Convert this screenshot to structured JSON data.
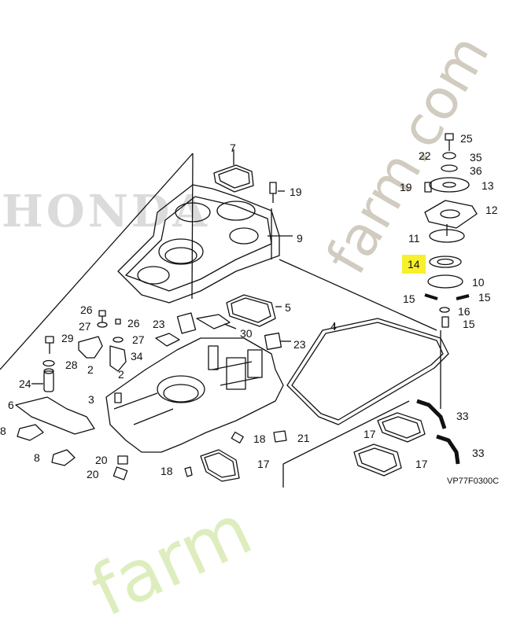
{
  "watermarks": {
    "brand": "HONDA",
    "site_top": "farm.com",
    "site_bottom": "farm"
  },
  "diagram_code": "VP77F0300C",
  "highlight": {
    "label": "14",
    "color": "#f7f02a"
  },
  "labels": {
    "l25": "25",
    "l22": "22",
    "l35": "35",
    "l36": "36",
    "l19a": "19",
    "l13": "13",
    "l12": "12",
    "l11": "11",
    "l10": "10",
    "l15a": "15",
    "l15b": "15",
    "l16": "16",
    "l15c": "15",
    "l7": "7",
    "l19b": "19",
    "l9": "9",
    "l5": "5",
    "l4": "4",
    "l23a": "23",
    "l23b": "23",
    "l30": "30",
    "l34": "34",
    "l26a": "26",
    "l26b": "26",
    "l27a": "27",
    "l27b": "27",
    "l29": "29",
    "l28": "28",
    "l2a": "2",
    "l2b": "2",
    "l24": "24",
    "l6": "6",
    "l3": "3",
    "l8a": "8",
    "l8b": "8",
    "l20a": "20",
    "l20b": "20",
    "l18a": "18",
    "l18b": "18",
    "l21": "21",
    "l17a": "17",
    "l17b": "17",
    "l17c": "17",
    "l33a": "33",
    "l33b": "33"
  }
}
